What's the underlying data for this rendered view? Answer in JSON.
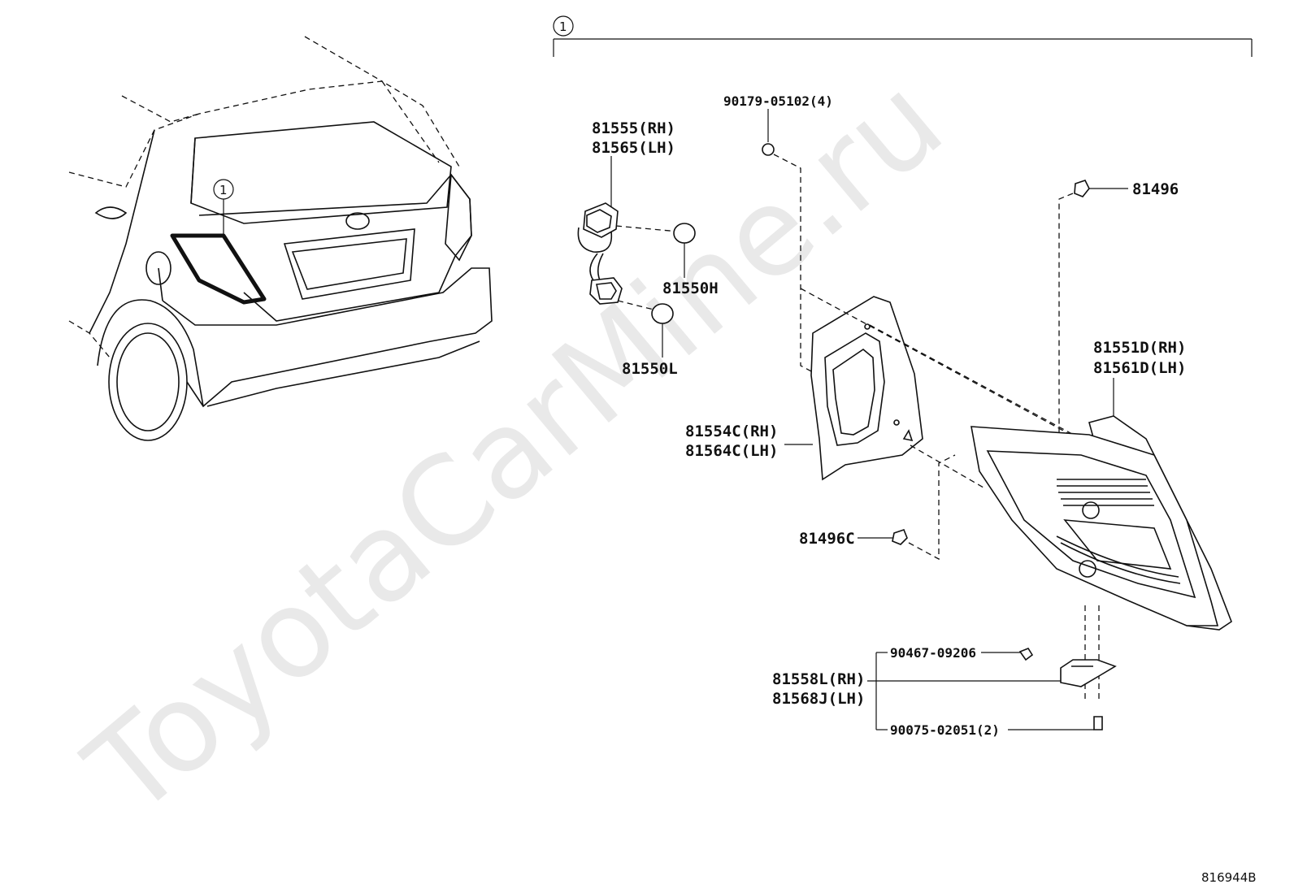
{
  "watermark": "ToyotaCarMine.ru",
  "group_marker": "1",
  "vehicle_marker": "1",
  "diagram_ref": "816944B",
  "parts": {
    "socket_rh": "81555(RH)",
    "socket_lh": "81565(LH)",
    "bulb_h": "81550H",
    "bulb_l": "81550L",
    "screw": "90179-05102(4)",
    "clip_top": "81496",
    "cover_rh": "81554C(RH)",
    "cover_lh": "81564C(LH)",
    "clip_c": "81496C",
    "lens_rh": "81551D(RH)",
    "lens_lh": "81561D(LH)",
    "bracket_rh": "81558L(RH)",
    "bracket_lh": "81568J(LH)",
    "bolt": "90467-09206",
    "screw2": "90075-02051(2)"
  }
}
